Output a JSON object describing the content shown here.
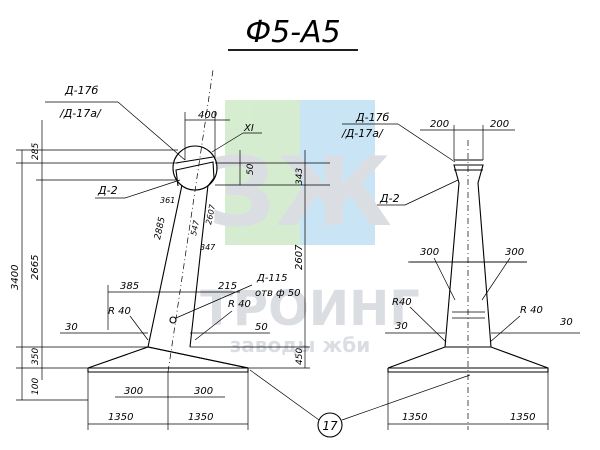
{
  "title": "Ф5-А5",
  "watermark": {
    "letters": "ЗЖ",
    "brand": "ТРОИНГ",
    "sub": "заводы жби",
    "colors": {
      "green": "#cfe8c8",
      "blue": "#bfe0f3",
      "text": "#d5d9df"
    }
  },
  "left_view": {
    "labels": {
      "d17": "Д-17б",
      "d17a": "/Д-17а/",
      "d2": "Д-2",
      "d115": "Д-115",
      "hole": "отв ф 50",
      "xi": "XI",
      "r40": "R 40"
    },
    "dims": {
      "top_w": "400",
      "h285": "285",
      "h3400": "3400",
      "h2665": "2665",
      "h350": "350",
      "h100": "100",
      "h50": "50",
      "h343": "343",
      "h2607": "2607",
      "h450": "450",
      "d361": "361",
      "d2885": "2885",
      "d547": "547",
      "d2607s": "2607",
      "d347": "347",
      "w385": "385",
      "w215": "215",
      "w30": "30",
      "w50": "50",
      "w300a": "300",
      "w300b": "300",
      "w1350a": "1350",
      "w1350b": "1350"
    }
  },
  "right_view": {
    "labels": {
      "d17": "Д-17б",
      "d17a": "/Д-17а/",
      "d2": "Д-2",
      "r40a": "R40",
      "r40b": "R 40"
    },
    "dims": {
      "w200a": "200",
      "w200b": "200",
      "w300a": "300",
      "w300b": "300",
      "w30a": "30",
      "w30b": "30",
      "w1350a": "1350",
      "w1350b": "1350"
    }
  },
  "callout": "17"
}
